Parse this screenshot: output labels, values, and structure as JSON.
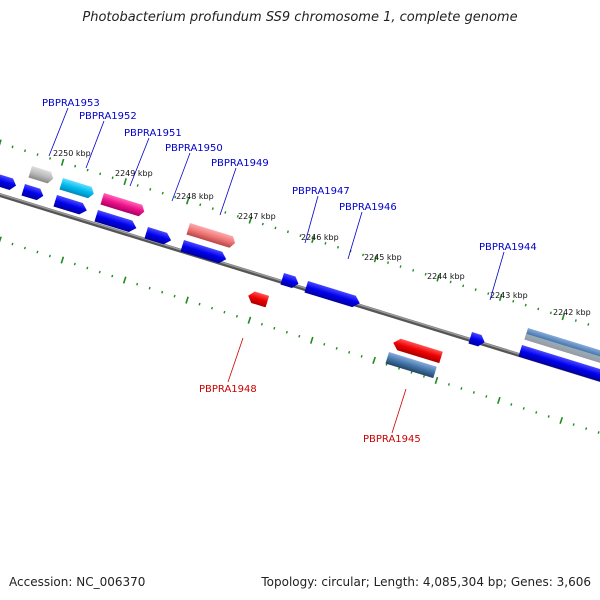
{
  "title": "Photobacterium profundum SS9 chromosome 1, complete genome",
  "footer": {
    "accession": "Accession: NC_006370",
    "stats": "Topology: circular; Length: 4,085,304 bp; Genes: 3,606"
  },
  "colors": {
    "forward_label": "#0000cc",
    "reverse_label": "#cc0000",
    "tick": "#1e8c1e",
    "backbone": "#777777",
    "blue_gene": "#0000ee",
    "gray_gene": "#bbbbbb",
    "cyan_gene": "#00bbee",
    "magenta_gene": "#ee1188",
    "salmon_gene": "#ee7777",
    "red_gene": "#ee0000",
    "steel_gene": "#4477aa"
  },
  "scale_labels": [
    "2250 kbp",
    "2249 kbp",
    "2248 kbp",
    "2247 kbp",
    "2246 kbp",
    "2245 kbp",
    "2244 kbp",
    "2243 kbp",
    "2242 kbp"
  ],
  "forward_labels": [
    "PBPRA1953",
    "PBPRA1952",
    "PBPRA1951",
    "PBPRA1950",
    "PBPRA1949",
    "PBPRA1947",
    "PBPRA1946",
    "PBPRA1944"
  ],
  "reverse_labels": [
    "PBPRA1948",
    "PBPRA1945"
  ]
}
